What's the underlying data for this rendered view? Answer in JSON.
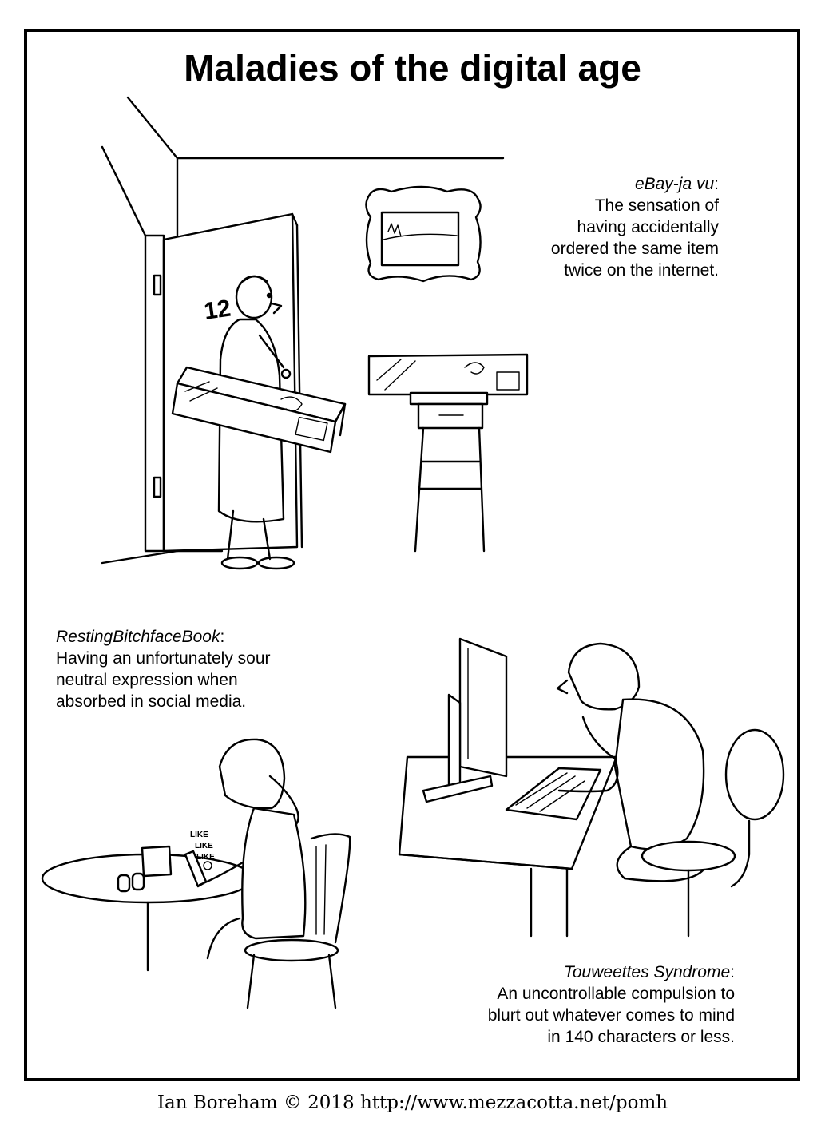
{
  "title": "Maladies of the digital age",
  "panels": [
    {
      "term": "eBay-ja vu",
      "lines": [
        "The sensation of",
        "having accidentally",
        "ordered the same item",
        "twice on the internet."
      ]
    },
    {
      "term": "RestingBitchfaceBook",
      "lines": [
        "Having an unfortunately sour",
        "neutral expression when",
        "absorbed in social media."
      ]
    },
    {
      "term": "Touweettes Syndrome",
      "lines": [
        "An uncontrollable compulsion to",
        "blurt out whatever comes to mind",
        "in 140 characters or less."
      ]
    }
  ],
  "door_number": "12",
  "phone_labels": [
    "LIKE",
    "LIKE",
    "LIKE"
  ],
  "footer": "Ian Boreham © 2018 http://www.mezzacotta.net/pomh"
}
